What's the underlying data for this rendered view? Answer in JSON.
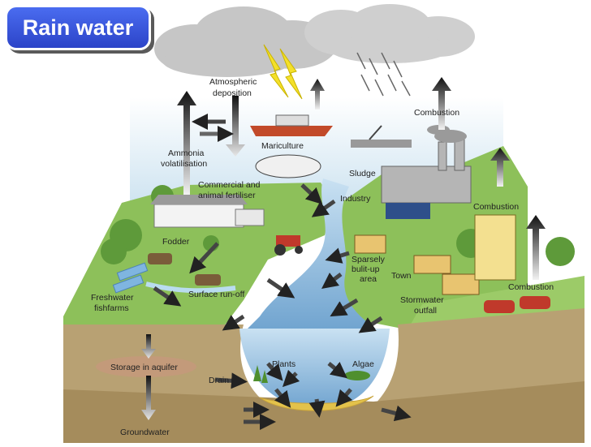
{
  "title": "Rain water",
  "labels": {
    "atmospheric_deposition_1": "Atmospheric",
    "atmospheric_deposition_2": "deposition",
    "combustion_top": "Combustion",
    "combustion_mid": "Combustion",
    "combustion_low": "Combustion",
    "mariculture": "Mariculture",
    "ammonia_1": "Ammonia",
    "ammonia_2": "volatilisation",
    "sludge": "Sludge",
    "fertiliser_1": "Commercial and",
    "fertiliser_2": "animal fertiliser",
    "industry": "Industry",
    "fodder": "Fodder",
    "sparsely_1": "Sparsely",
    "sparsely_2": "bulit-up",
    "sparsely_3": "area",
    "town": "Town",
    "freshwater_1": "Freshwater",
    "freshwater_2": "fishfarms",
    "surface_runoff": "Surface run-off",
    "stormwater_1": "Stormwater",
    "stormwater_2": "outfall",
    "storage_aquifer": "Storage in aquifer",
    "plants": "Plants",
    "algae": "Algae",
    "drain": "Drain",
    "groundwater": "Groundwater"
  },
  "colors": {
    "badge": "#3a58e0",
    "land_green": "#8dc05a",
    "river": "#a9cde6",
    "sky": "#d4e7f3",
    "soil": "#b8a173",
    "sediment": "#e3c24b"
  }
}
